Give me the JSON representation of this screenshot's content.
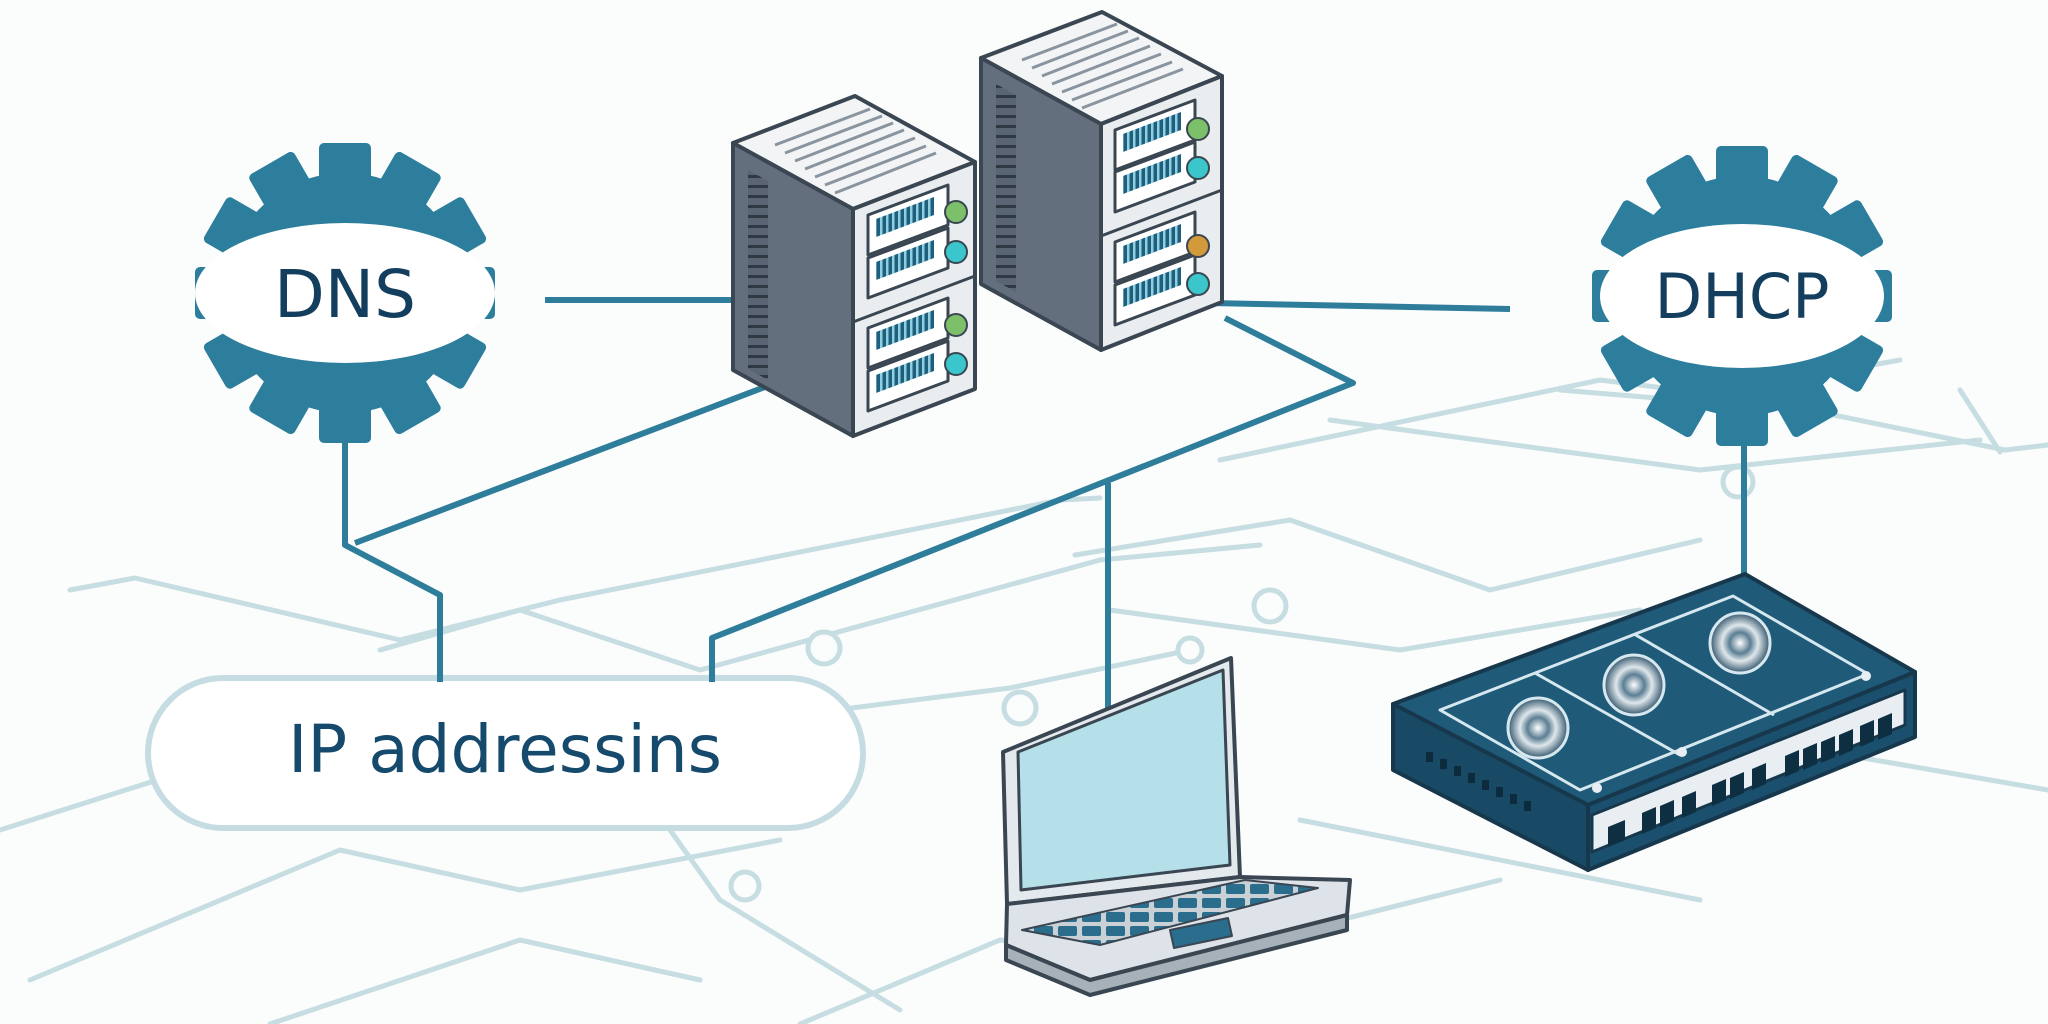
{
  "nodes": {
    "dns_label": "DNS",
    "dhcp_label": "DHCP",
    "ip_label": "IP addressins"
  },
  "colors": {
    "link": "#2d7d9b",
    "gear": "#2c7e9c",
    "trace": "#c6dde2",
    "server_side": "#636f7d",
    "server_top": "#f2f4f6",
    "router_body": "#1a4f6d",
    "laptop_screen": "#b5dfe9"
  },
  "icons": [
    "gear-icon",
    "server-icon",
    "laptop-icon",
    "router-icon"
  ]
}
